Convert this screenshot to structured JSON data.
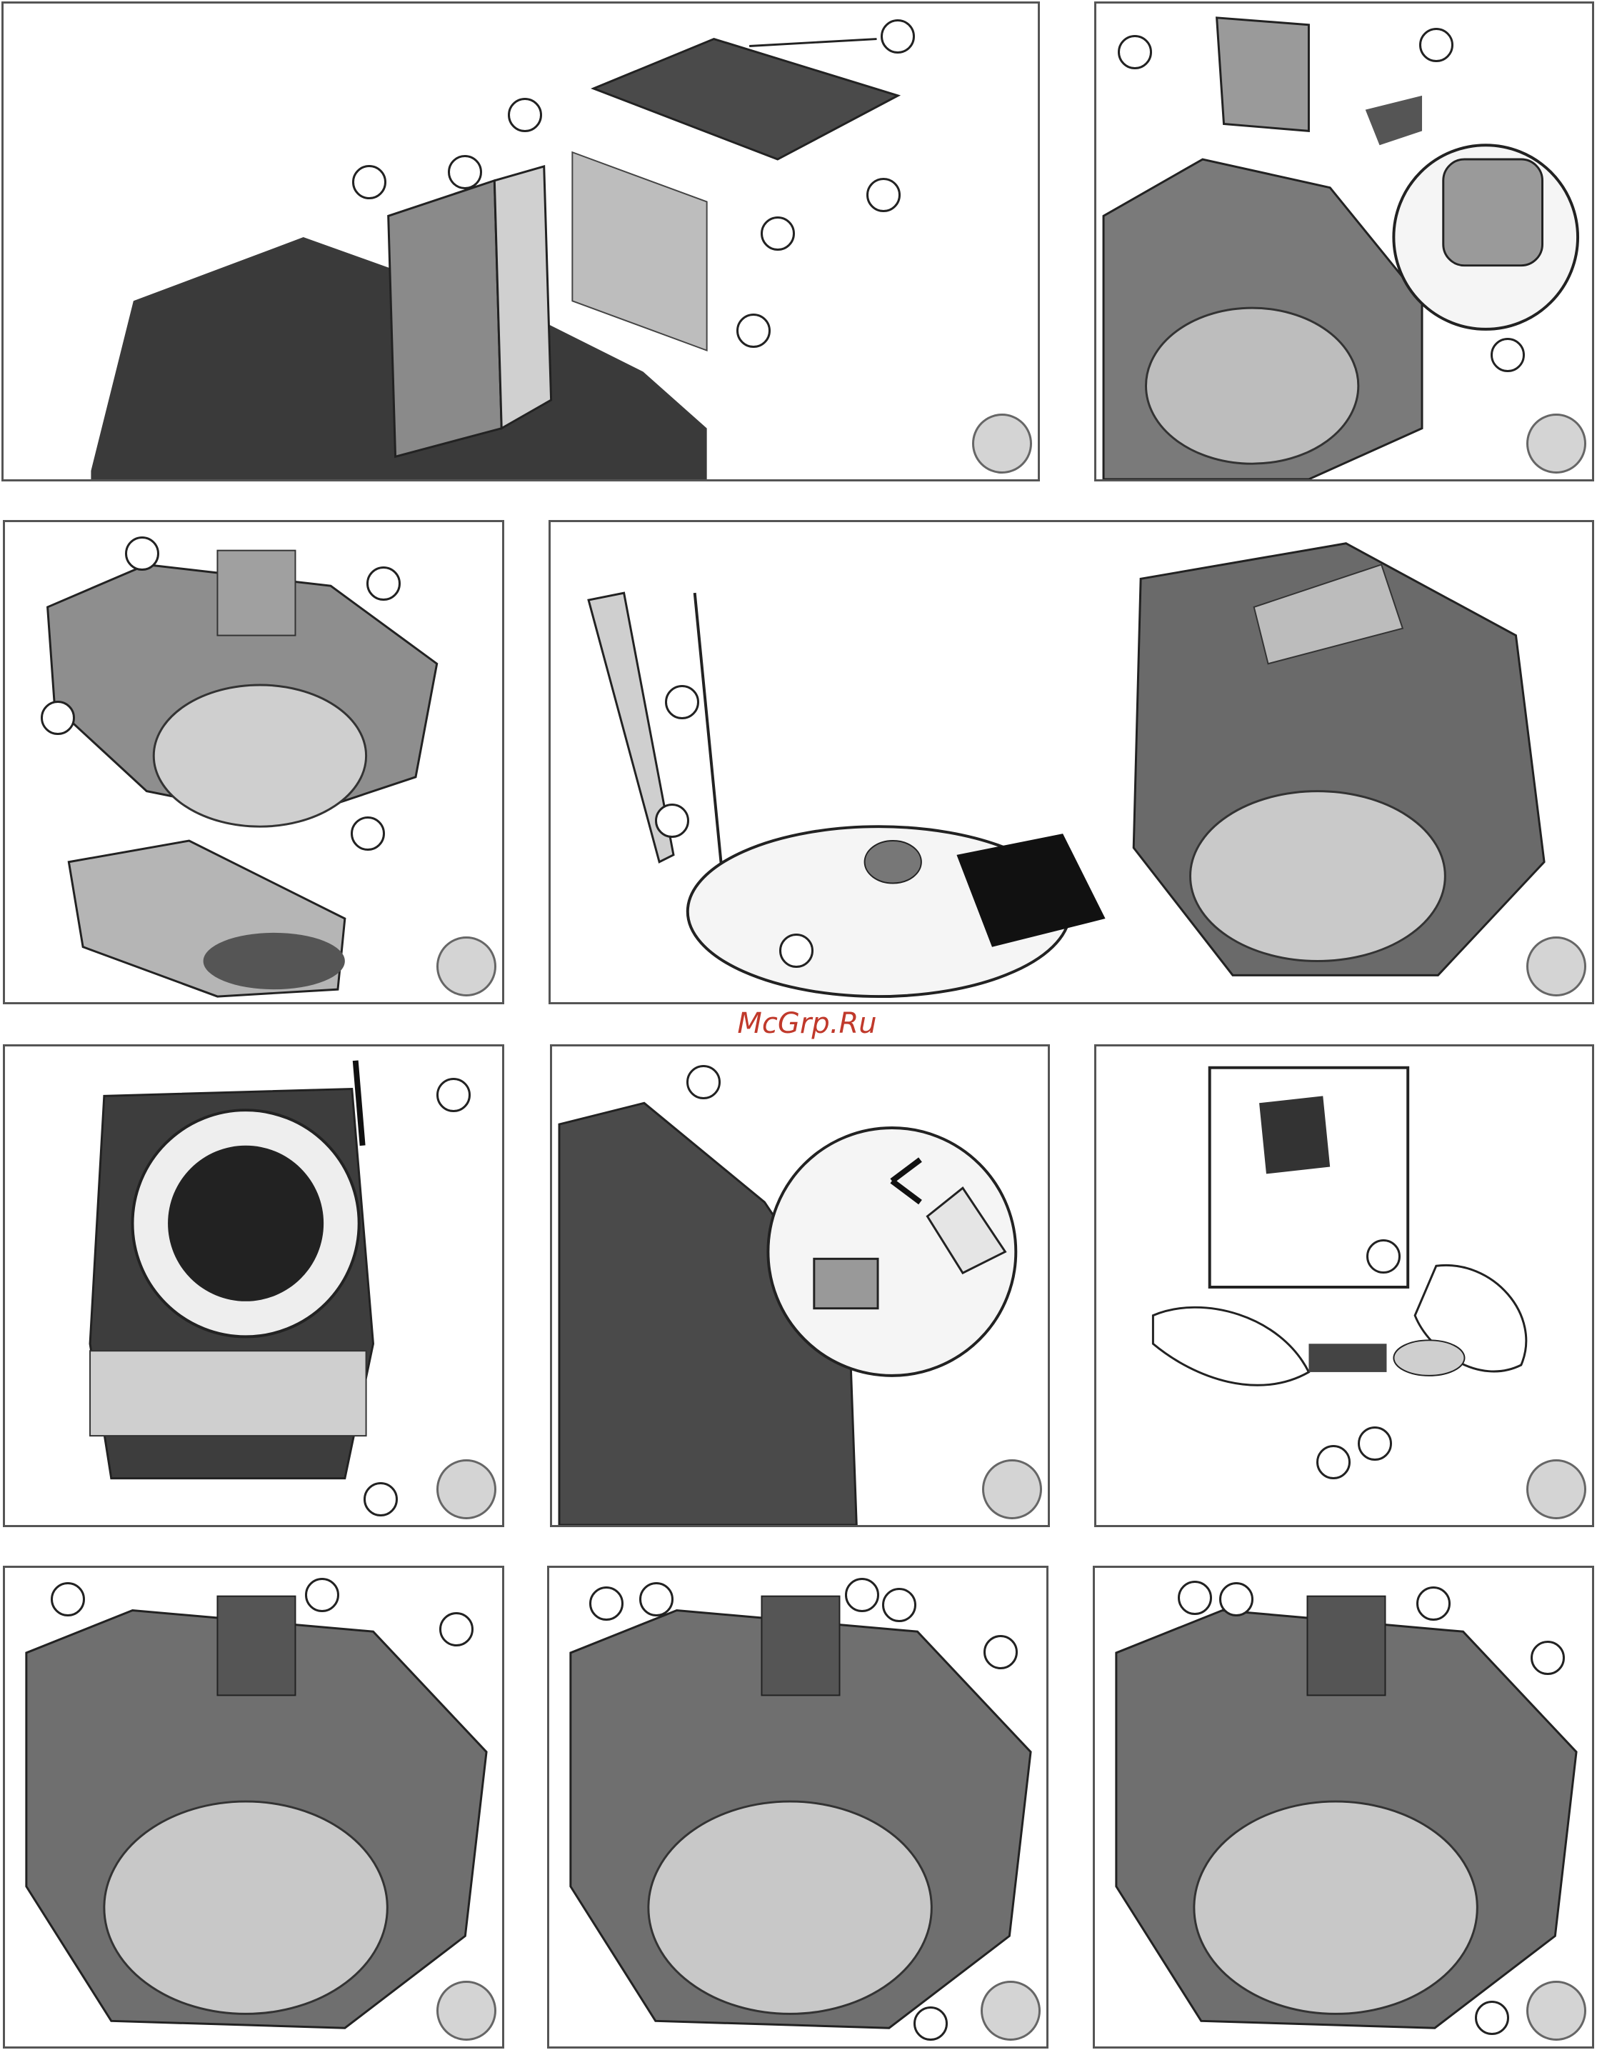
{
  "watermark": "McGrp.Ru",
  "panels": [
    {
      "id": "air-filter-assembly"
    },
    {
      "id": "air-filter-cover-open"
    },
    {
      "id": "blower-housing-removal"
    },
    {
      "id": "oil-dipstick-fill"
    },
    {
      "id": "engine-top-view-fuel"
    },
    {
      "id": "spark-plug-wire-disconnect"
    },
    {
      "id": "fuel-line-clamp"
    },
    {
      "id": "engine-controls-a"
    },
    {
      "id": "engine-controls-b"
    },
    {
      "id": "engine-controls-c"
    }
  ]
}
